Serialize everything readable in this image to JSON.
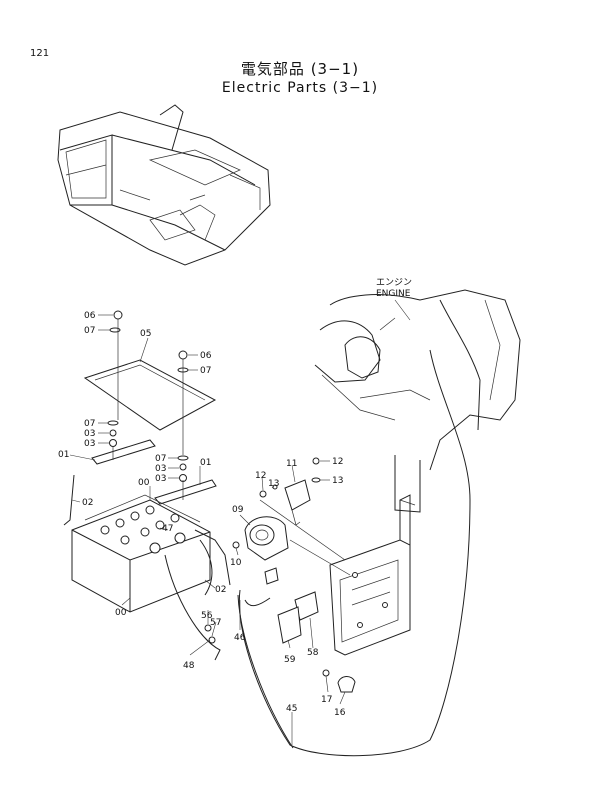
{
  "page_number": "121",
  "title_ja": "電気部品 (3−1)",
  "title_en": "Electric Parts (3−1)",
  "engine_label_ja": "エンジン",
  "engine_label_en": "ENGINE",
  "callouts": {
    "c06a": "06",
    "c07a": "07",
    "c05": "05",
    "c06b": "06",
    "c07b": "07",
    "c07c": "07",
    "c03a": "03",
    "c03b": "03",
    "c01a": "01",
    "c07d": "07",
    "c03c": "03",
    "c03d": "03",
    "c01b": "01",
    "c02a": "02",
    "c00a": "00",
    "c47": "47",
    "c02b": "02",
    "c00b": "00",
    "c09": "09",
    "c10": "10",
    "c12a": "12",
    "c13a": "13",
    "c11": "11",
    "c12b": "12",
    "c13b": "13",
    "c56": "56",
    "c57": "57",
    "c48": "48",
    "c46": "46",
    "c59": "59",
    "c58": "58",
    "c45": "45",
    "c17": "17",
    "c16": "16"
  }
}
